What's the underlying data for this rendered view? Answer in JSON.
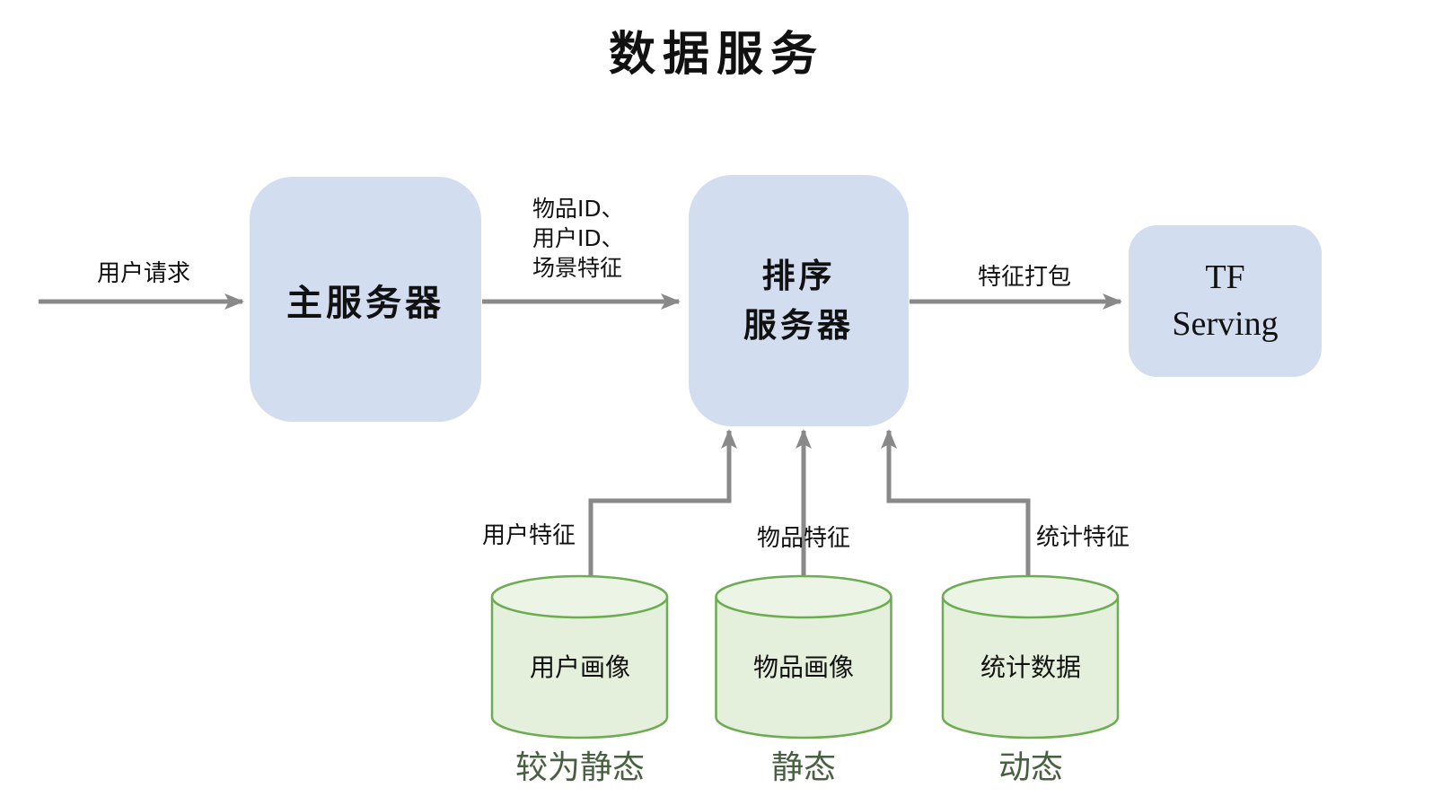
{
  "title": "数据服务",
  "colors": {
    "box_fill": "#d3ddf0",
    "cylinder_fill": "#e4f0dc",
    "cylinder_top_fill": "#ecf5e5",
    "cylinder_stroke": "#6dac52",
    "arrow": "#898989",
    "state_text": "#47603f",
    "text": "#111111"
  },
  "nodes": {
    "main_server": "主服务器",
    "ranking_server_line1": "排序",
    "ranking_server_line2": "服务器",
    "tf_serving_line1": "TF",
    "tf_serving_line2": "Serving"
  },
  "edges": {
    "user_request": "用户请求",
    "ids_features_line1": "物品ID、",
    "ids_features_line2": "用户ID、",
    "ids_features_line3": "场景特征",
    "feature_pack": "特征打包",
    "user_features": "用户特征",
    "item_features": "物品特征",
    "stat_features": "统计特征"
  },
  "databases": [
    {
      "label": "用户画像",
      "state": "较为静态"
    },
    {
      "label": "物品画像",
      "state": "静态"
    },
    {
      "label": "统计数据",
      "state": "动态"
    }
  ]
}
